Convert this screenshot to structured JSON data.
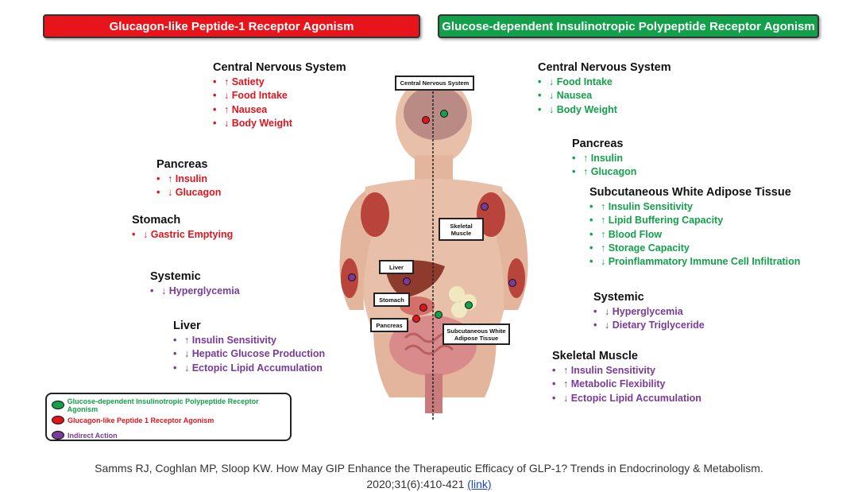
{
  "headers": {
    "left": "Glucagon-like Peptide-1 Receptor Agonism",
    "right": "Glucose-dependent Insulinotropic Polypeptide Receptor Agonism"
  },
  "colors": {
    "glp1": "#e0141c",
    "gip": "#12a04a",
    "indirect": "#7a3a9a"
  },
  "left_sections": {
    "cns": {
      "title": "Central Nervous System",
      "items": [
        "↑ Satiety",
        "↓ Food Intake",
        "↑ Nausea",
        "↓ Body Weight"
      ]
    },
    "pancreas": {
      "title": "Pancreas",
      "items": [
        "↑ Insulin",
        "↓ Glucagon"
      ]
    },
    "stomach": {
      "title": "Stomach",
      "items": [
        "↓ Gastric Emptying"
      ]
    },
    "systemic": {
      "title": "Systemic",
      "items": [
        "↓ Hyperglycemia"
      ]
    },
    "liver": {
      "title": "Liver",
      "items": [
        "↑ Insulin Sensitivity",
        "↓ Hepatic Glucose Production",
        "↓ Ectopic Lipid Accumulation"
      ]
    }
  },
  "right_sections": {
    "cns": {
      "title": "Central Nervous System",
      "items": [
        "↓ Food Intake",
        "↓ Nausea",
        "↓ Body Weight"
      ]
    },
    "pancreas": {
      "title": "Pancreas",
      "items": [
        "↑ Insulin",
        "↑ Glucagon"
      ]
    },
    "swat": {
      "title": "Subcutaneous White Adipose Tissue",
      "items": [
        "↑ Insulin Sensitivity",
        "↑ Lipid Buffering Capacity",
        "↑ Blood Flow",
        "↑ Storage Capacity",
        "↓ Proinflammatory Immune Cell Infiltration"
      ]
    },
    "systemic": {
      "title": "Systemic",
      "items": [
        "↓ Hyperglycemia",
        "↓ Dietary Triglyceride"
      ]
    },
    "muscle": {
      "title": "Skeletal Muscle",
      "items": [
        "↑ Insulin Sensitivity",
        "↑ Metabolic Flexibility",
        "↓ Ectopic Lipid Accumulation"
      ]
    }
  },
  "body_labels": {
    "cns": "Central Nervous System",
    "muscle_line1": "Skeletal",
    "muscle_line2": "Muscle",
    "liver": "Liver",
    "stomach": "Stomach",
    "pancreas": "Pancreas",
    "swat_line1": "Subcutaneous White",
    "swat_line2": "Adipose Tissue"
  },
  "legend": {
    "items": [
      {
        "label": "Glucose-dependent Insulinotropic Polypeptide Receptor Agonism",
        "color": "#12a04a"
      },
      {
        "label": "Glucagon-like Peptide 1 Receptor Agonism",
        "color": "#e0141c"
      },
      {
        "label": "Indirect Action",
        "color": "#7a3a9a"
      }
    ]
  },
  "citation": {
    "text": "Samms RJ, Coghlan MP, Sloop KW. How May GIP Enhance the Therapeutic Efficacy of GLP-1? Trends in Endocrinology & Metabolism.",
    "line2": "2020;31(6):410-421",
    "link": "(link)"
  }
}
